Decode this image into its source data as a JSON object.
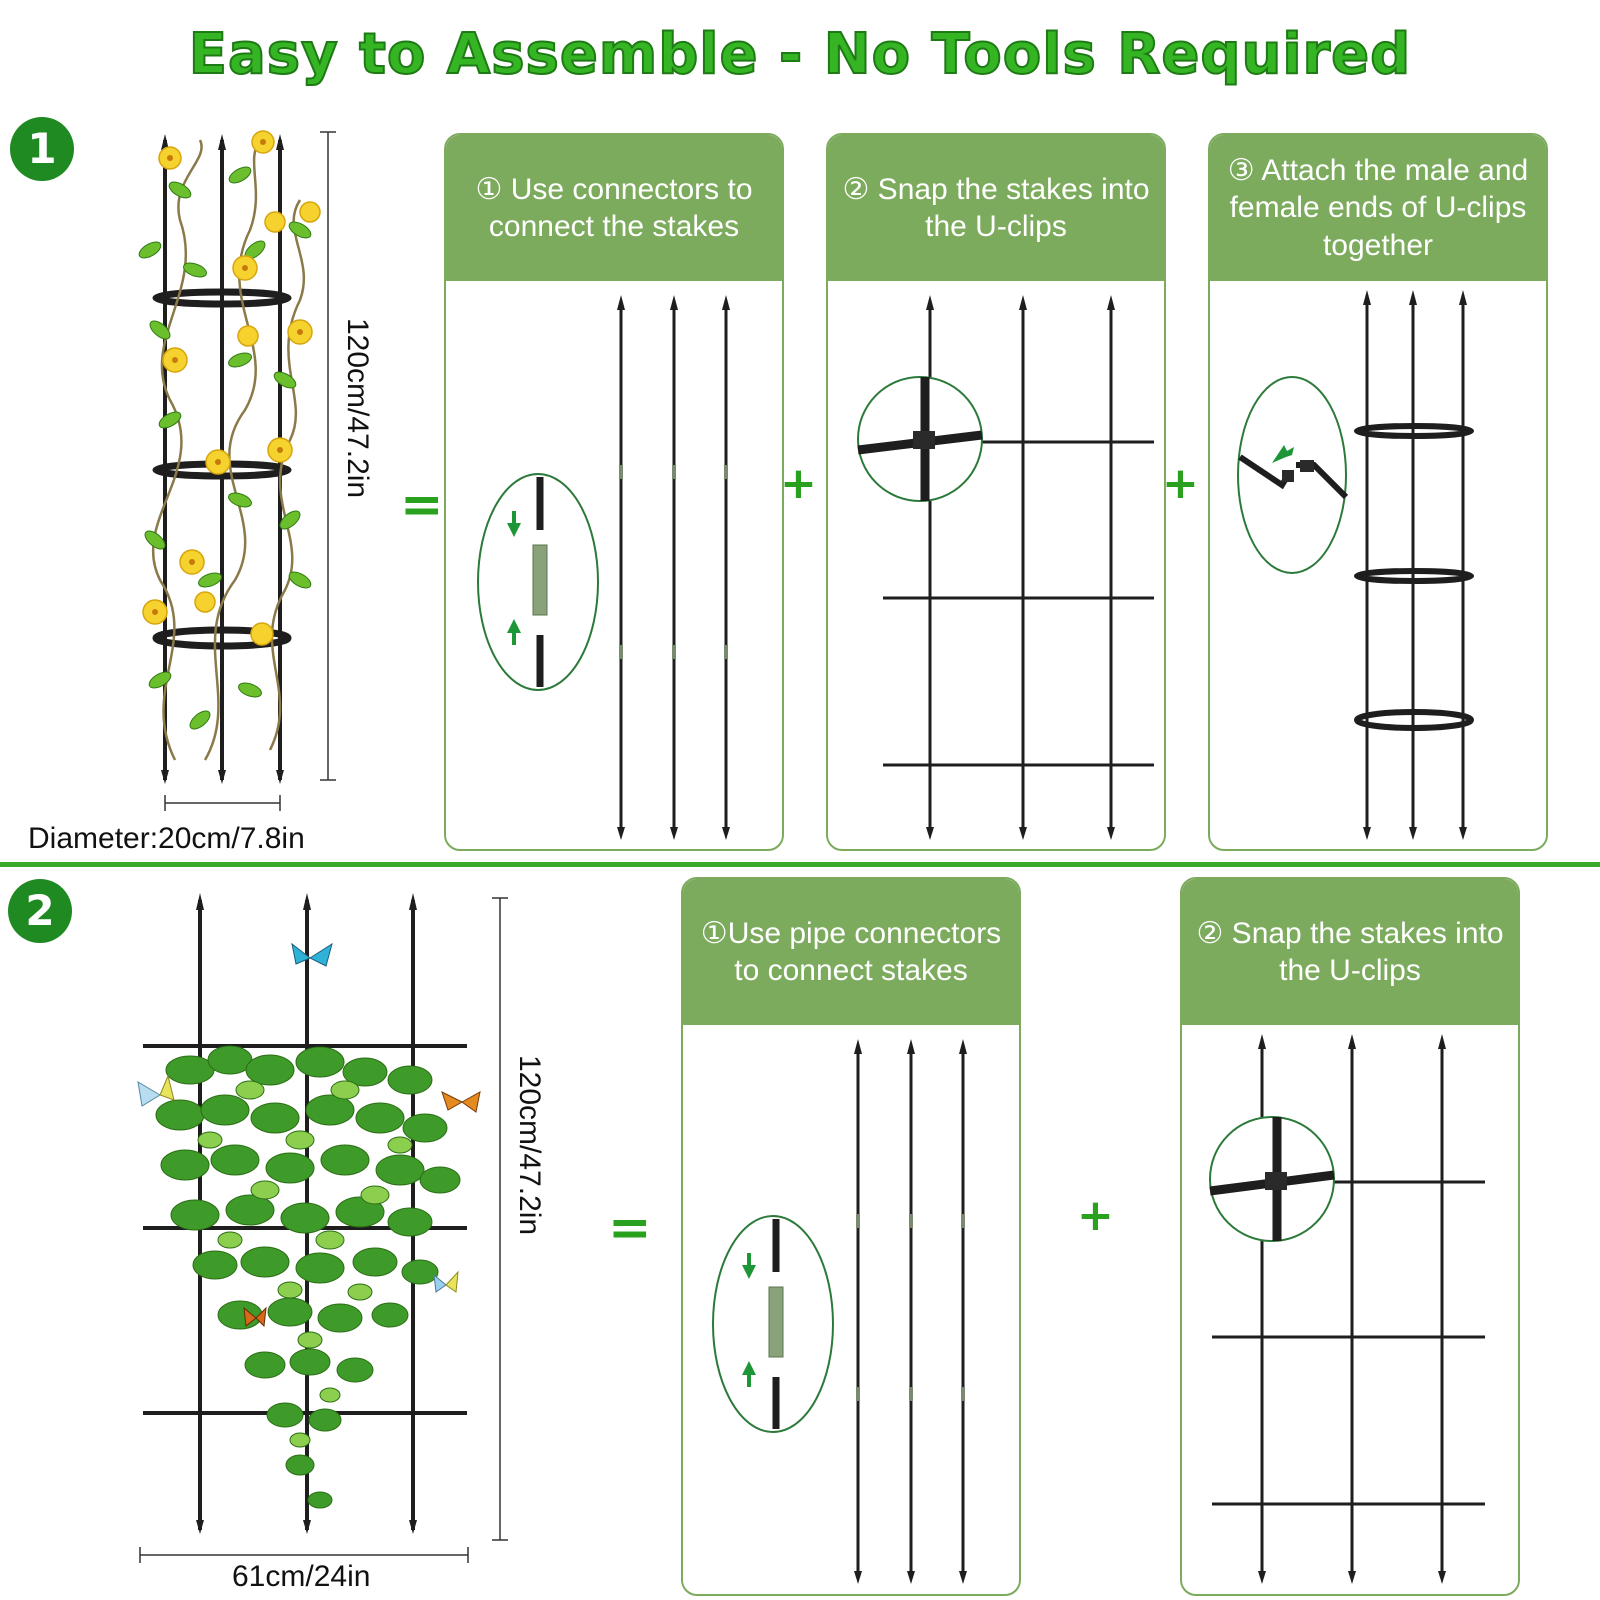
{
  "title": "Easy to Assemble  -  No Tools Required",
  "section1": {
    "number": "1",
    "height_label": "120cm/47.2in",
    "diameter_label": "Diameter:20cm/7.8in",
    "equals": "=",
    "plus1": "+",
    "plus2": "+",
    "steps": [
      {
        "text": "① Use connectors to connect the stakes"
      },
      {
        "text": "② Snap the stakes into the U-clips"
      },
      {
        "text": "③ Attach the male and female ends of U-clips together"
      }
    ]
  },
  "section2": {
    "number": "2",
    "height_label": "120cm/47.2in",
    "width_label": "61cm/24in",
    "equals": "=",
    "plus": "+",
    "steps": [
      {
        "text": "①Use pipe connectors to connect stakes"
      },
      {
        "text": "② Snap the stakes into the U-clips"
      }
    ]
  },
  "colors": {
    "panel": "#7dab5e",
    "title": "#35b524",
    "badge": "#1f8a21",
    "stake": "#1e1e1e"
  }
}
